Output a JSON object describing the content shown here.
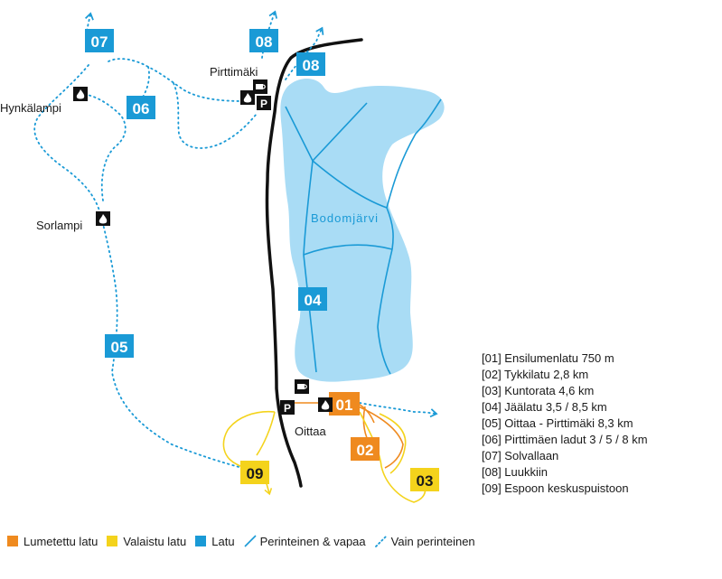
{
  "colors": {
    "lake": "#a9dcf5",
    "blue": "#1a9ad6",
    "orange": "#ef8a1f",
    "yellow": "#f4d31c",
    "road": "#111111",
    "text": "#1a1a1a"
  },
  "places": {
    "pirttimaki": "Pirttimäki",
    "hynkalampi": "Hynkälampi",
    "sorlampi": "Sorlampi",
    "oittaa": "Oittaa",
    "bodomjarvi": "Bodomjärvi"
  },
  "badges": {
    "b07": "07",
    "b08a": "08",
    "b08b": "08",
    "b06": "06",
    "b05": "05",
    "b04": "04",
    "b01": "01",
    "b02": "02",
    "b03": "03",
    "b09": "09"
  },
  "icons": {
    "parking": "P"
  },
  "routes": [
    "[01] Ensilumenlatu 750 m",
    "[02] Tykkilatu 2,8 km",
    "[03] Kuntorata 4,6 km",
    "[04] Jäälatu 3,5 / 8,5 km",
    "[05] Oittaa - Pirttimäki 8,3 km",
    "[06] Pirttimäen ladut 3 / 5 / 8 km",
    "[07] Solvallaan",
    "[08] Luukkiin",
    "[09] Espoon keskuspuistoon"
  ],
  "legend": {
    "snowmade": "Lumetettu latu",
    "lit": "Valaistu latu",
    "trail": "Latu",
    "classic_free": "Perinteinen & vapaa",
    "classic_only": "Vain perinteinen"
  }
}
